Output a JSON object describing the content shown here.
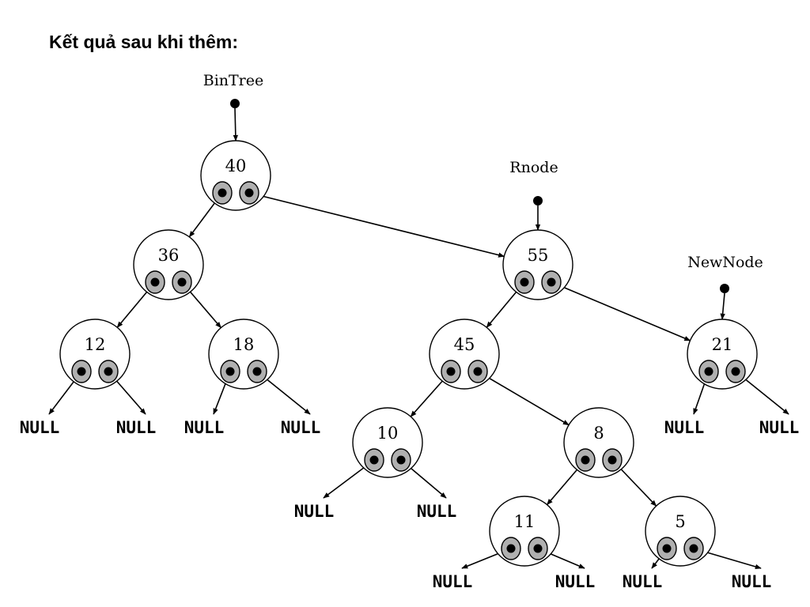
{
  "heading": "Kết quả sau khi thêm:",
  "colors": {
    "line": "#000000",
    "node_fill": "#ffffff",
    "slot_fill": "#b0b0b0",
    "dot": "#000000"
  },
  "pointers": [
    {
      "id": "bintree",
      "label": "BinTree",
      "target": "n40"
    },
    {
      "id": "rnode",
      "label": "Rnode",
      "target": "n55"
    },
    {
      "id": "newnode",
      "label": "NewNode",
      "target": "n21"
    }
  ],
  "nodes": [
    {
      "id": "n40",
      "value": "40",
      "left": "n36",
      "right": "n55"
    },
    {
      "id": "n36",
      "value": "36",
      "left": "n12",
      "right": "n18"
    },
    {
      "id": "n12",
      "value": "12",
      "left": "NULL",
      "right": "NULL"
    },
    {
      "id": "n18",
      "value": "18",
      "left": "NULL",
      "right": "NULL"
    },
    {
      "id": "n55",
      "value": "55",
      "left": "n45",
      "right": "n21"
    },
    {
      "id": "n45",
      "value": "45",
      "left": "n10",
      "right": "n8"
    },
    {
      "id": "n21",
      "value": "21",
      "left": "NULL",
      "right": "NULL"
    },
    {
      "id": "n10",
      "value": "10",
      "left": "NULL",
      "right": "NULL"
    },
    {
      "id": "n8",
      "value": "8",
      "left": "n11",
      "right": "n5"
    },
    {
      "id": "n11",
      "value": "11",
      "left": "NULL",
      "right": "NULL"
    },
    {
      "id": "n5",
      "value": "5",
      "left": "NULL",
      "right": "NULL"
    }
  ],
  "null_label": "NULL"
}
